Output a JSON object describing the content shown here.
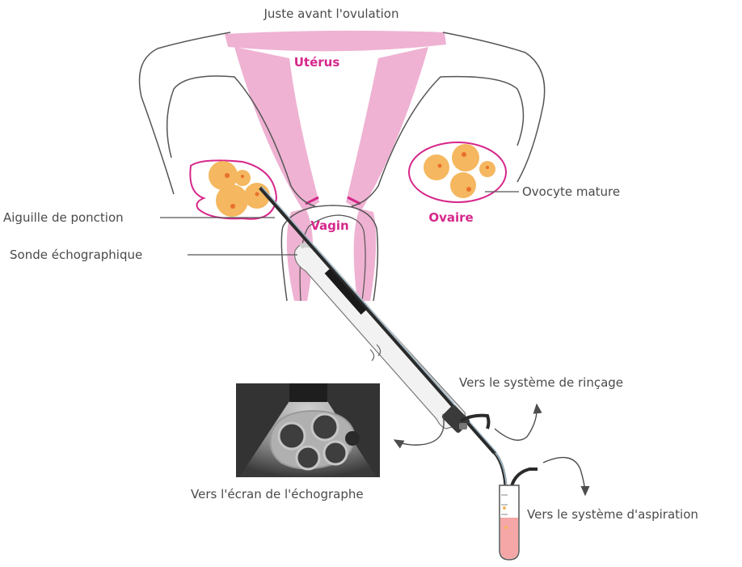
{
  "title": "Juste avant l'ovulation",
  "organs": {
    "uterus": "Utérus",
    "vagin": "Vagin",
    "ovaire": "Ovaire"
  },
  "labels": {
    "needle": "Aiguille de ponction",
    "probe": "Sonde échographique",
    "oocyte": "Ovocyte mature",
    "rinse": "Vers le système de rinçage",
    "screen": "Vers l'écran de l'échographe",
    "aspiration": "Vers le système d'aspiration"
  },
  "colors": {
    "accent": "#d6278a",
    "tissue": "#efb2d3",
    "follicle": "#f5b75f",
    "oocyte": "#e8712a",
    "outline": "#555555",
    "text": "#4a4a4a"
  }
}
